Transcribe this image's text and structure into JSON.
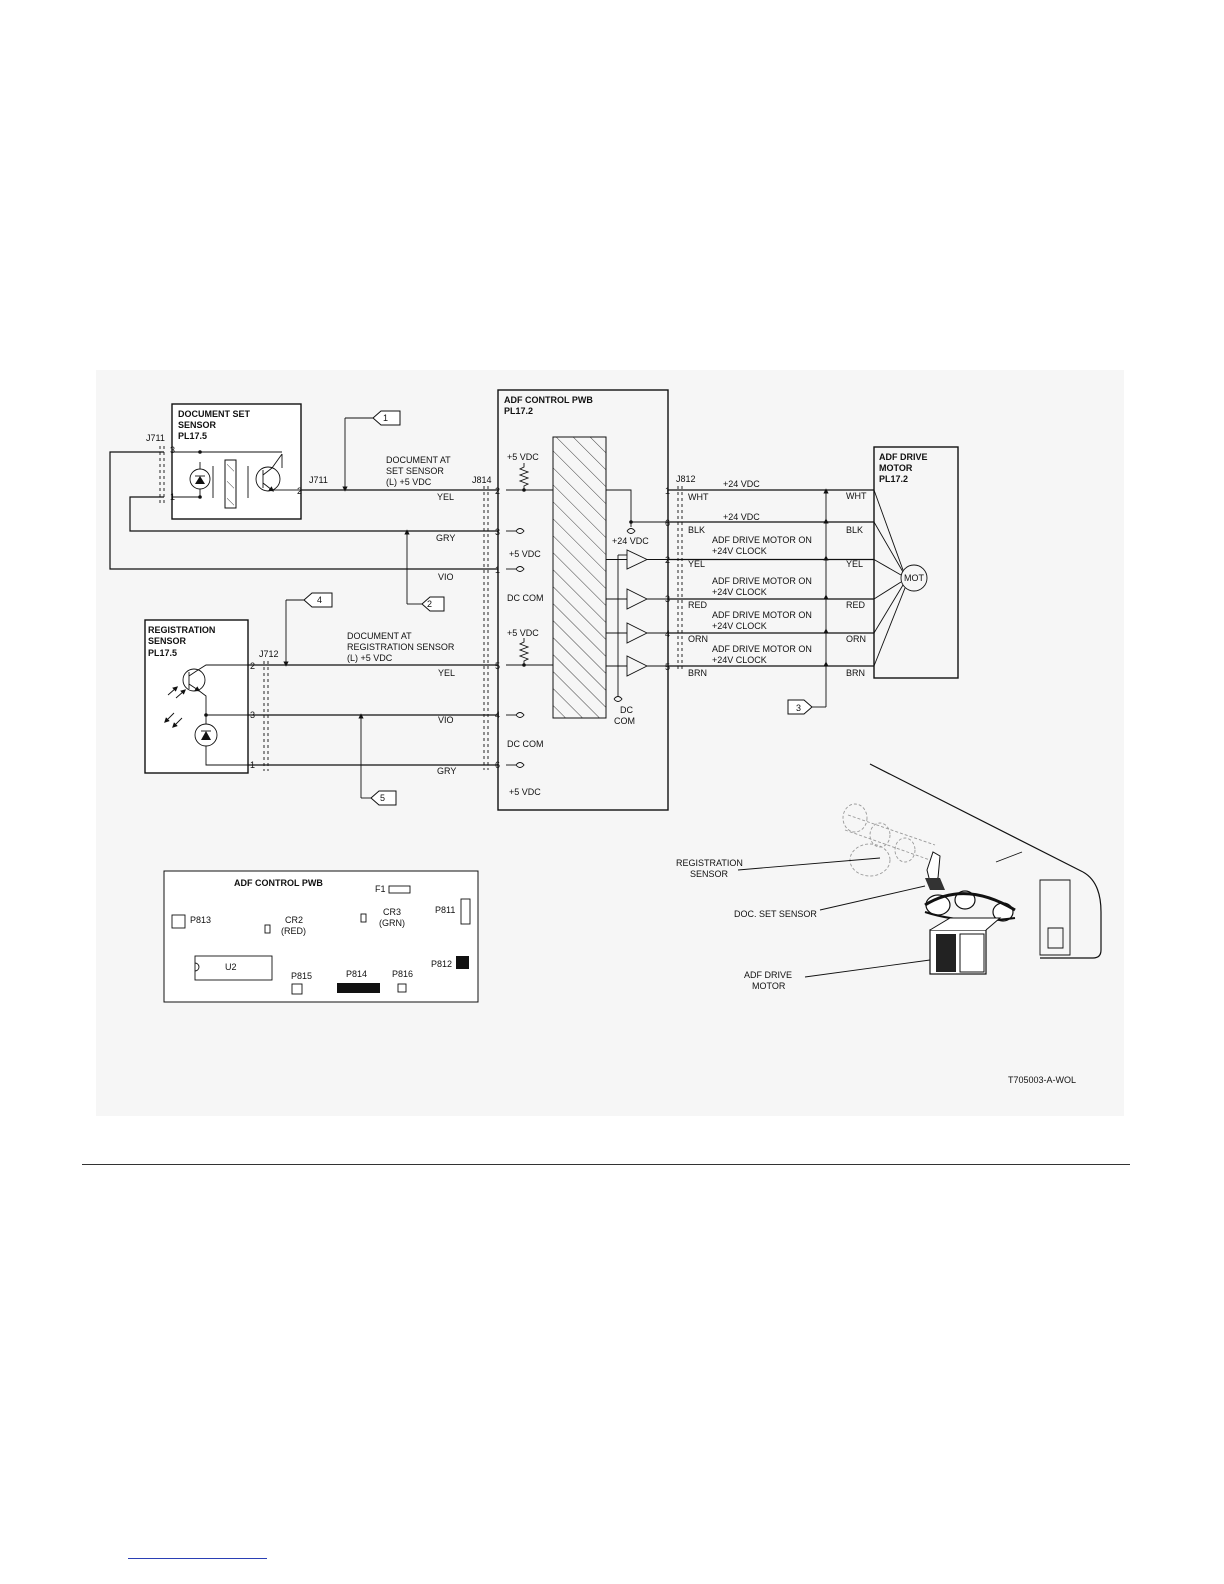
{
  "doc_set_sensor": {
    "line1": "DOCUMENT SET",
    "line2": "SENSOR",
    "line3": "PL17.5"
  },
  "reg_sensor": {
    "line1": "REGISTRATION",
    "line2": "SENSOR",
    "line3": "PL17.5"
  },
  "adf_pwb": {
    "line1": "ADF CONTROL PWB",
    "line2": "PL17.2"
  },
  "adf_motor": {
    "line1": "ADF DRIVE",
    "line2": "MOTOR",
    "line3": "PL17.2",
    "symbol": "MOT"
  },
  "connectors": {
    "j711_left": "J711",
    "j711_right": "J711",
    "j712": "J712",
    "j814": "J814",
    "j812": "J812"
  },
  "j711_pins": {
    "a": "3",
    "b": "1",
    "c": "2"
  },
  "j712_pins": {
    "a": "2",
    "b": "3",
    "c": "1"
  },
  "j814_pins": {
    "a": "2",
    "b": "3",
    "c": "1",
    "d": "5",
    "e": "4",
    "f": "6"
  },
  "j812_pins": {
    "a": "1",
    "b": "6",
    "c": "2",
    "d": "3",
    "e": "4",
    "f": "5"
  },
  "signals": {
    "doc_set_line1": "DOCUMENT AT",
    "doc_set_line2": "SET SENSOR",
    "doc_set_line3": "(L) +5 VDC",
    "reg_line1": "DOCUMENT AT",
    "reg_line2": "REGISTRATION SENSOR",
    "reg_line3": "(L) +5 VDC",
    "motor_on_line1": "ADF DRIVE MOTOR ON",
    "motor_on_line2": "+24V CLOCK",
    "p24": "+24 VDC",
    "p5": "+5 VDC",
    "dc_com": "DC COM",
    "dc": "DC",
    "com": "COM"
  },
  "wires": {
    "yel": "YEL",
    "gry": "GRY",
    "vio": "VIO",
    "wht": "WHT",
    "blk": "BLK",
    "red": "RED",
    "orn": "ORN",
    "brn": "BRN"
  },
  "flags": {
    "f1": "1",
    "f2": "2",
    "f3": "3",
    "f4": "4",
    "f5": "5"
  },
  "board_layout": {
    "title": "ADF CONTROL PWB",
    "f1": "F1",
    "p813": "P813",
    "cr2": "CR2",
    "cr2_color": "(RED)",
    "cr3": "CR3",
    "cr3_color": "(GRN)",
    "p811": "P811",
    "p812": "P812",
    "u2": "U2",
    "p815": "P815",
    "p814": "P814",
    "p816": "P816"
  },
  "location": {
    "reg_line1": "REGISTRATION",
    "reg_line2": "SENSOR",
    "doc_set": "DOC. SET SENSOR",
    "motor_line1": "ADF DRIVE",
    "motor_line2": "MOTOR"
  },
  "figure_id": "T705003-A-WOL"
}
